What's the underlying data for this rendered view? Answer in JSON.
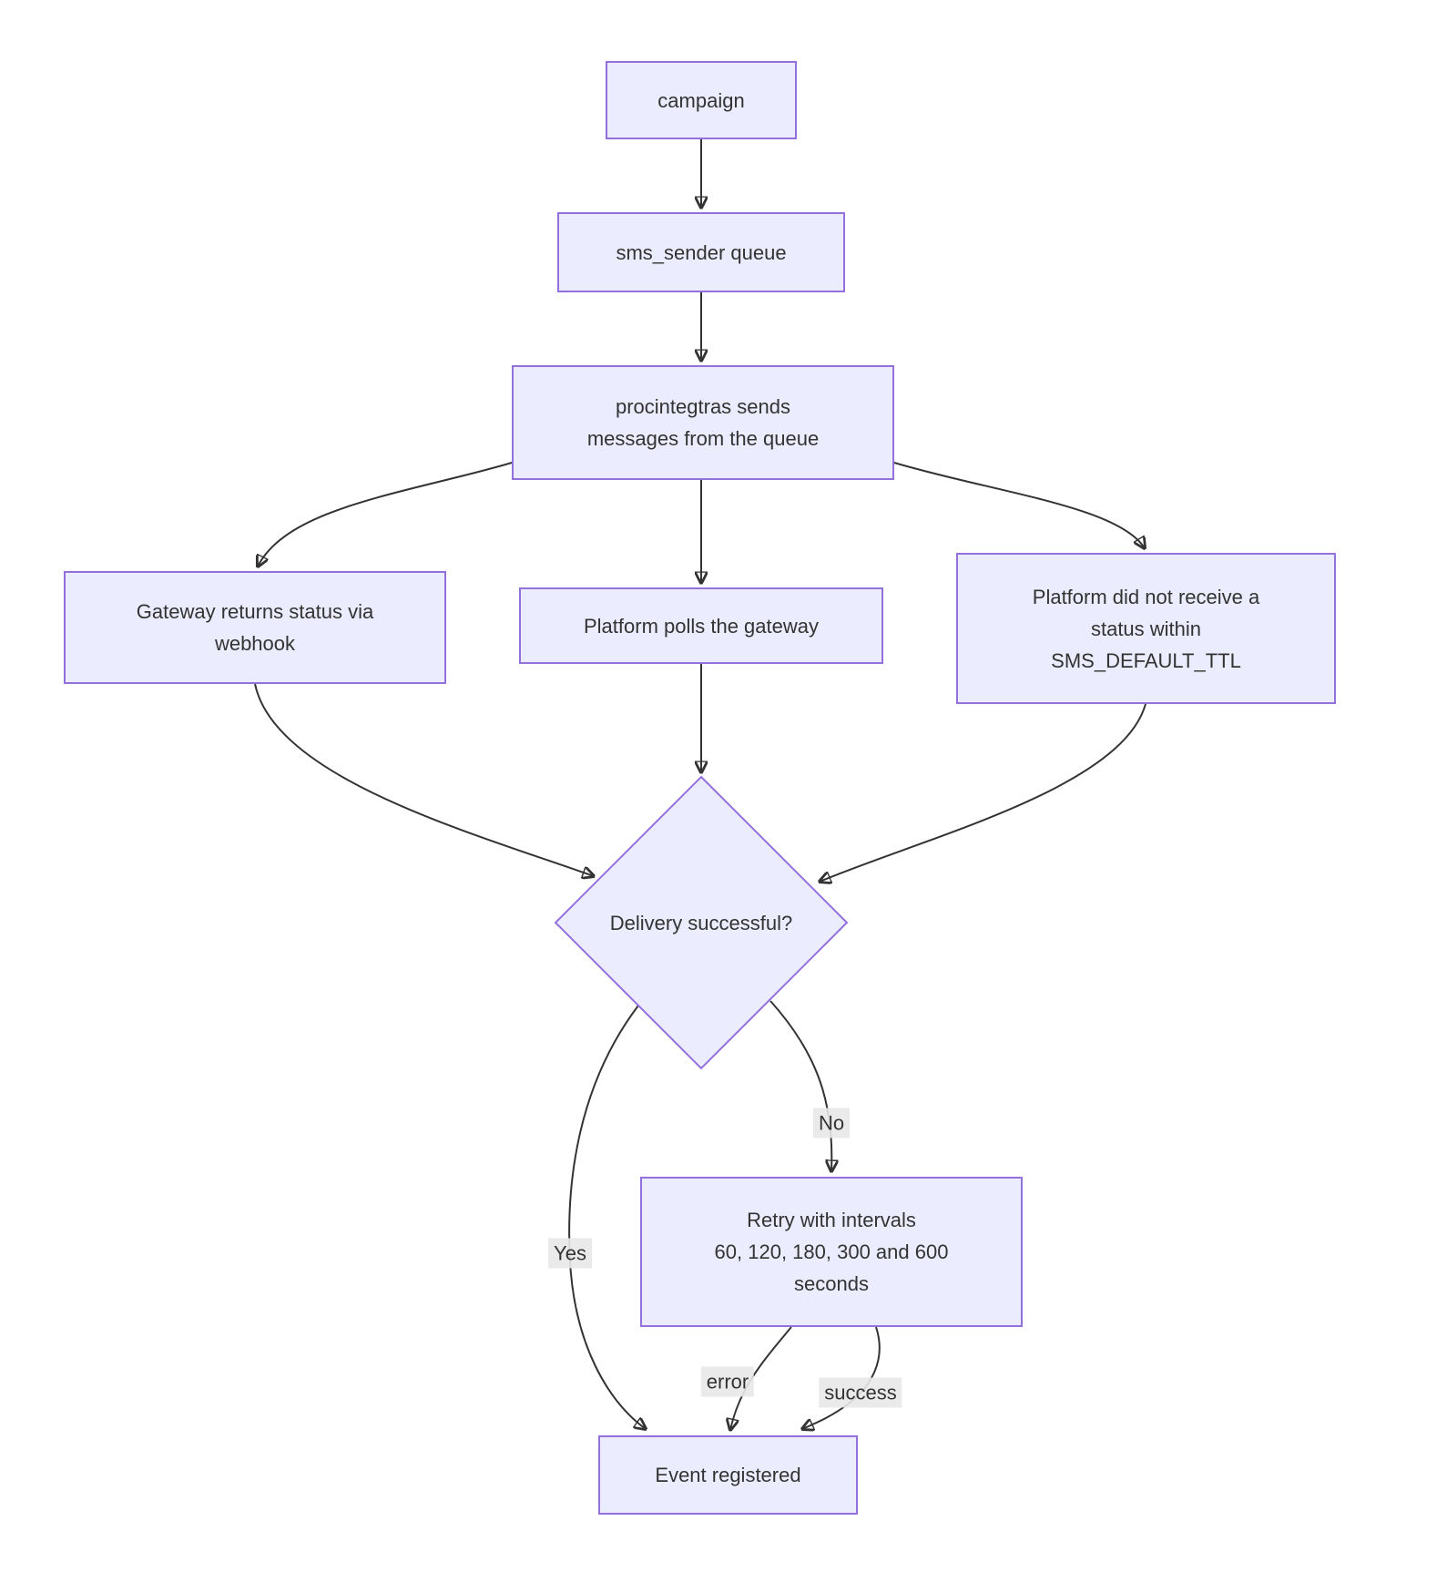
{
  "diagram": {
    "type": "flowchart",
    "direction": "top-down",
    "colors": {
      "node_fill": "#ECECFF",
      "node_border": "#9370DB",
      "edge_stroke": "#333333",
      "text": "#333333",
      "edge_label_bg": "#e8e8e8",
      "background": "#ffffff"
    },
    "nodes": [
      {
        "id": "campaign",
        "shape": "rect",
        "label": "campaign"
      },
      {
        "id": "queue",
        "shape": "rect",
        "label": "sms_sender queue"
      },
      {
        "id": "process",
        "shape": "rect",
        "label": "procintegtras sends\nmessages from the queue"
      },
      {
        "id": "webhook",
        "shape": "rect",
        "label": "Gateway returns status via\nwebhook"
      },
      {
        "id": "poll",
        "shape": "rect",
        "label": "Platform polls the gateway"
      },
      {
        "id": "ttl",
        "shape": "rect",
        "label": "Platform did not receive a\nstatus within\nSMS_DEFAULT_TTL"
      },
      {
        "id": "decision",
        "shape": "diamond",
        "label": "Delivery successful?"
      },
      {
        "id": "retry",
        "shape": "rect",
        "label": "Retry with intervals\n60, 120, 180, 300 and 600\nseconds"
      },
      {
        "id": "event",
        "shape": "rect",
        "label": "Event registered"
      }
    ],
    "edges": [
      {
        "from": "campaign",
        "to": "queue",
        "label": ""
      },
      {
        "from": "queue",
        "to": "process",
        "label": ""
      },
      {
        "from": "process",
        "to": "webhook",
        "label": ""
      },
      {
        "from": "process",
        "to": "poll",
        "label": ""
      },
      {
        "from": "process",
        "to": "ttl",
        "label": ""
      },
      {
        "from": "webhook",
        "to": "decision",
        "label": ""
      },
      {
        "from": "poll",
        "to": "decision",
        "label": ""
      },
      {
        "from": "ttl",
        "to": "decision",
        "label": ""
      },
      {
        "from": "decision",
        "to": "event",
        "label": "Yes"
      },
      {
        "from": "decision",
        "to": "retry",
        "label": "No"
      },
      {
        "from": "retry",
        "to": "event",
        "label": "error"
      },
      {
        "from": "retry",
        "to": "event",
        "label": "success"
      }
    ]
  }
}
